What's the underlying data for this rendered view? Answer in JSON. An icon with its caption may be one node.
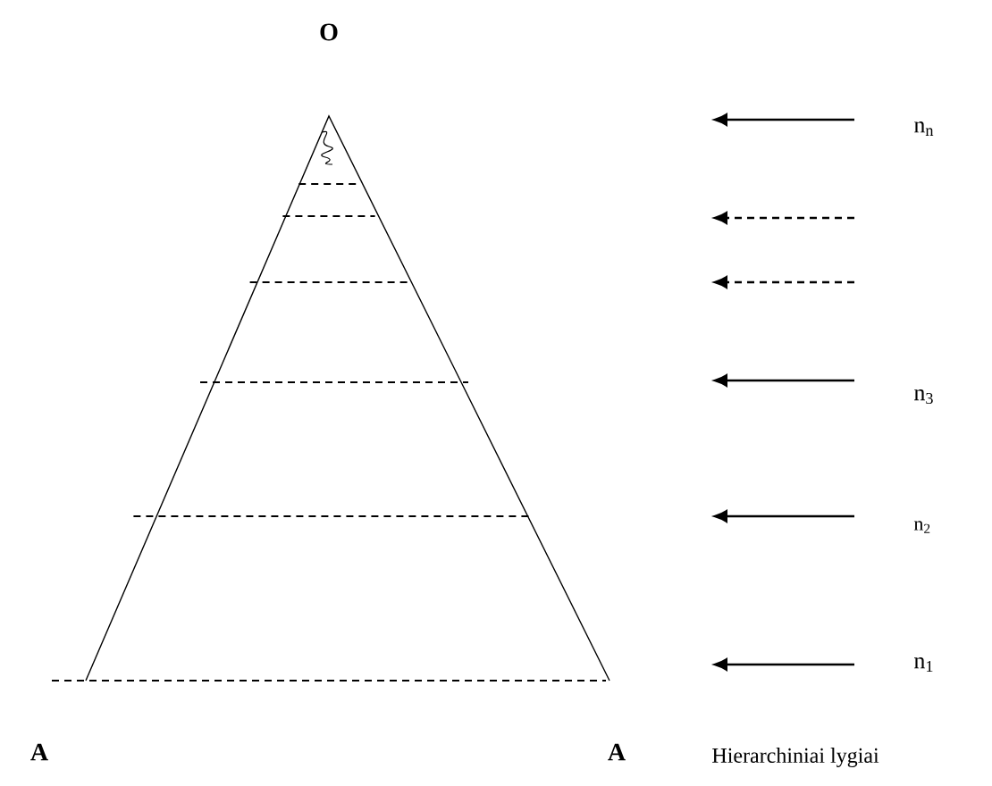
{
  "diagram": {
    "labels": [
      "O",
      "n$_{n}$",
      "n$_{3}$",
      "n$_{2}$",
      "n$_{1}$",
      "A",
      "A",
      "Hierarchiniai lygiai"
    ]
  }
}
